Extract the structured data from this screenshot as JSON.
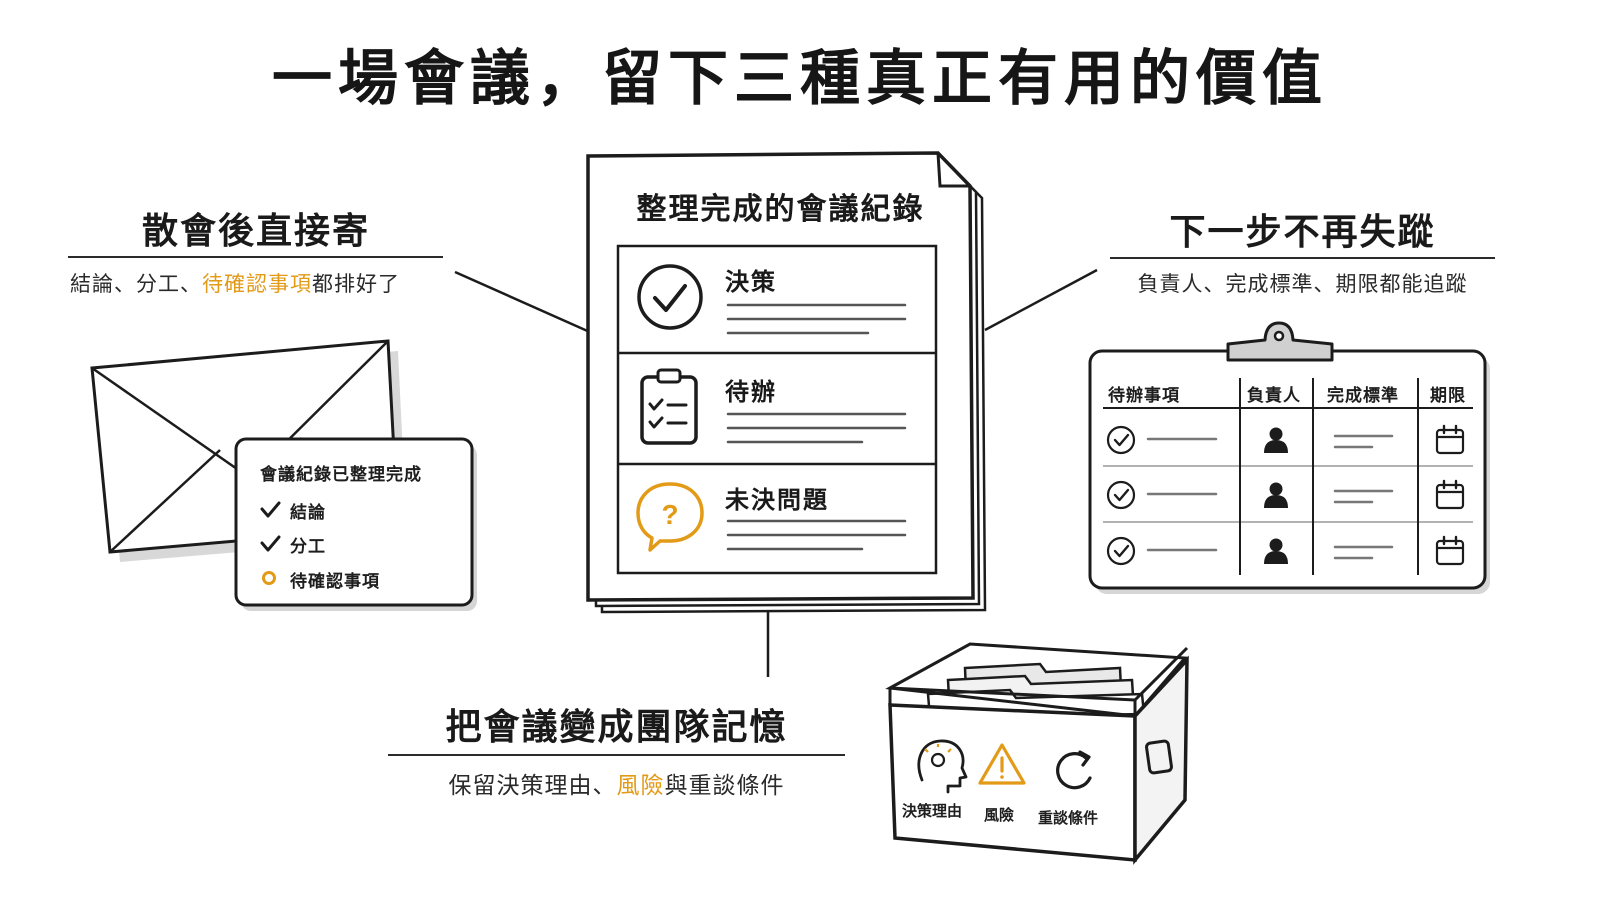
{
  "title": "一場會議，留下三種真正有用的價值",
  "left": {
    "heading": "散會後直接寄",
    "sub_before": "結論、分工、",
    "sub_accent": "待確認事項",
    "sub_after": "都排好了",
    "card": {
      "title": "會議紀錄已整理完成",
      "items": [
        "結論",
        "分工",
        "待確認事項"
      ]
    }
  },
  "center": {
    "doc_title": "整理完成的會議紀錄",
    "sections": [
      "決策",
      "待辦",
      "未決問題"
    ]
  },
  "right": {
    "heading": "下一步不再失蹤",
    "sub": "負責人、完成標準、期限都能追蹤",
    "table_headers": [
      "待辦事項",
      "負責人",
      "完成標準",
      "期限"
    ]
  },
  "bottom": {
    "heading": "把會議變成團隊記憶",
    "sub_before": "保留決策理由、",
    "sub_accent": "風險",
    "sub_after": "與重談條件",
    "box_labels": [
      "決策理由",
      "風險",
      "重談條件"
    ]
  },
  "colors": {
    "accent": "#e29a17",
    "ink": "#1c1c1c"
  },
  "icons": [
    "envelope-icon",
    "check-circle-icon",
    "clipboard-checklist-icon",
    "question-bubble-icon",
    "person-icon",
    "calendar-icon",
    "lightbulb-head-icon",
    "warning-triangle-icon",
    "refresh-icon"
  ]
}
